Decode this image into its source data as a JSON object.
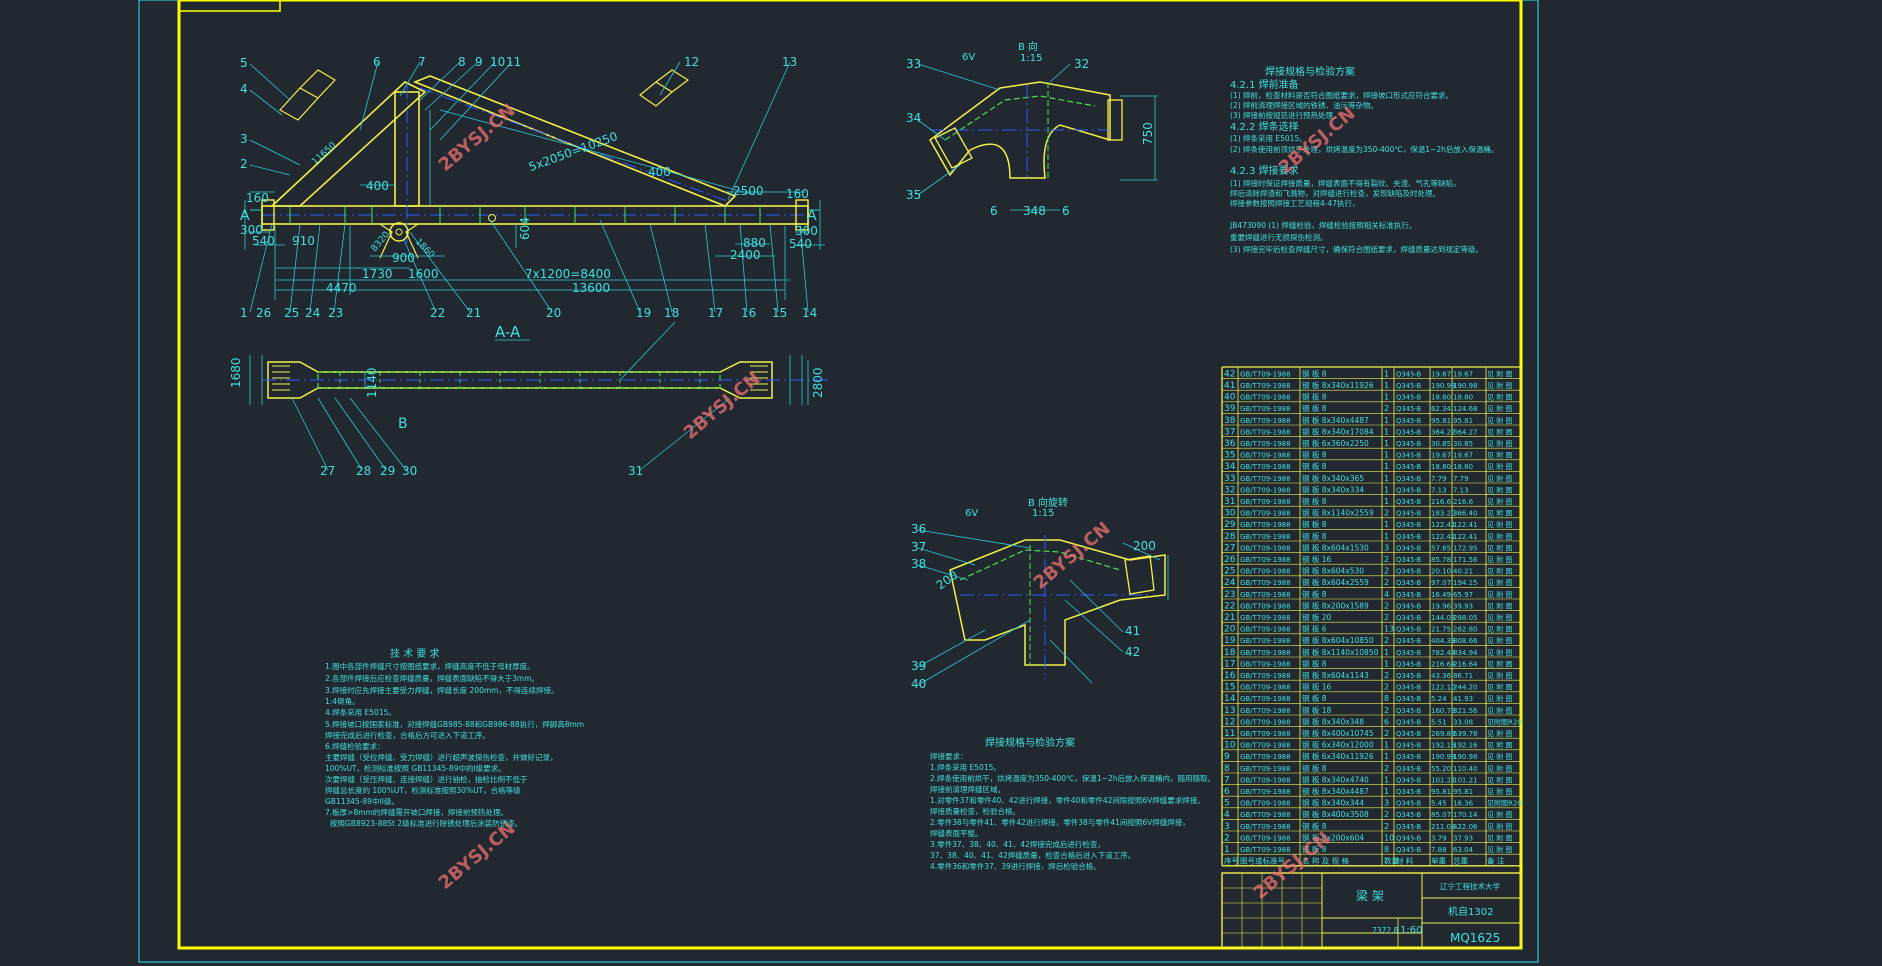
{
  "drawing": {
    "section_label": "A-A",
    "section_mark_a": "A",
    "view_mark_b": "B",
    "part_numbers_top": [
      "5",
      "4",
      "3",
      "2",
      "1",
      "6",
      "7",
      "8",
      "9",
      "10",
      "11",
      "12",
      "13",
      "26",
      "25",
      "24",
      "23",
      "22",
      "21",
      "20",
      "19",
      "18",
      "17",
      "16",
      "15",
      "14"
    ],
    "part_numbers_bottom": [
      "27",
      "28",
      "29",
      "30",
      "31"
    ],
    "part_numbers_b1": [
      "33",
      "32",
      "34",
      "35"
    ],
    "part_numbers_b2": [
      "36",
      "37",
      "38",
      "39",
      "40",
      "41",
      "42"
    ],
    "dimensions": {
      "d5x2050": "5x2050=10250",
      "d7x1200": "7x1200=8400",
      "d13600": "13600",
      "d4470": "4470",
      "d1730": "1730",
      "d1600": "1600",
      "d900": "900",
      "d400a": "400",
      "d400b": "400",
      "d2500": "2500",
      "d2400": "2400",
      "d880": "880",
      "d540a": "540",
      "d540b": "540",
      "d300a": "300",
      "d300b": "300",
      "d910": "910",
      "d160a": "160",
      "d160b": "160",
      "d604": "604",
      "d750": "750",
      "d348": "348",
      "d6a": "6",
      "d6b": "6",
      "d200a": "200",
      "d200b": "200",
      "d1680": "1680",
      "d1140": "1140",
      "d2800": "2800",
      "d8320": "8320",
      "d1860": "1860",
      "d11650": "11650"
    },
    "b_view_1": {
      "label": "B 向",
      "scale": "1:15",
      "weld": "6V"
    },
    "b_view_2": {
      "label": "B 向旋转",
      "scale": "1:15",
      "weld": "6V"
    }
  },
  "notes_top": {
    "title": "焊接规格与检验方案",
    "lines": [
      "4.2.1 焊前准备",
      "(1) 焊前，检查材料是否符合图纸要求，焊接坡口形式应符合要求。",
      "(2) 焊前清理焊接区域的铁锈、油污等杂物。",
      "(3) 焊接前按规范进行预热处理。",
      "4.2.2 焊条选择",
      "(1) 焊条采用 E5015。",
      "(2) 焊条使用前须烘干处理，烘烤温度为350-400℃，保温1~2h后放入保温桶。",
      "4.2.3 焊接要求",
      "(1) 焊接时保证焊接质量，焊缝表面不得有裂纹、夹渣、气孔等缺陷，",
      "焊后清除焊渣和飞溅物，对焊缝进行检查，发现缺陷及时处理。",
      "焊接参数按照焊接工艺规程4-47执行，",
      "JB473090 (1) 焊缝检验，焊缝检验按照相关标准执行。",
      "重要焊缝进行无损探伤检测。",
      "(3) 焊接完毕后检查焊缝尺寸，确保符合图纸要求，焊缝质量达到规定等级。"
    ]
  },
  "notes_left": {
    "title": "技 术 要 求",
    "lines": [
      "1.图中各部件焊缝尺寸按图纸要求，焊缝高度不低于母材厚度。",
      "2.各部件焊接后应检查焊缝质量，焊缝表面缺陷不得大于3mm。",
      "3.焊接时应先焊接主要受力焊缝，焊缝长度 200mm，不得连续焊接。",
      "1:4倒角。",
      "4.焊条采用 E5015。",
      "5.焊接坡口按国家标准，对接焊缝GB985-88和GB986-88执行，焊脚高8mm",
      "焊接完成后进行检查，合格后方可进入下道工序。",
      "6.焊缝检验要求：",
      "主要焊缝（受拉焊缝、受力焊缝）进行超声波探伤检查，并做好记录，",
      "100%UT，检测标准按照 GB11345-89中的I级要求。",
      "次要焊缝（受压焊缝、连接焊缝）进行抽检，抽检比例不低于",
      "焊缝总长度的 100%UT，检测标准按照30%UT，合格等级",
      "GB11345-89中II级。",
      "7.板厚>8mm的焊缝需开坡口焊接，焊接前预热处理。",
      "按照GB8923-88St 2级标准进行除锈处理后涂装防锈漆。"
    ]
  },
  "notes_mid": {
    "title": "焊接规格与检验方案",
    "lines": [
      "焊接要求：",
      "1.焊条采用 E5015。",
      "2.焊条使用前烘干，烘烤温度为350-400℃，保温1~2h后放入保温桶内，随用随取。",
      "焊接前清理焊缝区域。",
      "1.对零件37和零件40、42进行焊接，零件40和零件42间隙按照6V焊缝要求焊接。",
      "焊接质量检查，检验合格。",
      "2.零件38与零件41、零件42进行焊接，零件38与零件41间按照6V焊缝焊接，",
      "焊缝表面平整。",
      "3.零件37、38、40、41、42焊接完成后进行检查，",
      "37、38、40、41、42焊缝质量，检查合格后进入下道工序。",
      "4.零件36和零件37、39进行焊接，焊后检验合格。"
    ]
  },
  "bom": {
    "rows": [
      [
        "42",
        "GB/T709-1988",
        "钢 板 8",
        "1",
        "Q345-B",
        "19.67",
        "19.67",
        "见 附 图"
      ],
      [
        "41",
        "GB/T709-1988",
        "钢 板 8x340x11926",
        "1",
        "Q345-B",
        "190.98",
        "190.98",
        "见 附 图"
      ],
      [
        "40",
        "GB/T709-1988",
        "钢 板 8",
        "1",
        "Q345-B",
        "18.80",
        "18.80",
        "见 附 图"
      ],
      [
        "39",
        "GB/T709-1988",
        "钢 板 8",
        "2",
        "Q345-B",
        "62.34",
        "124.68",
        "见 附 图"
      ],
      [
        "38",
        "GB/T709-1988",
        "钢 板 8x340x4487",
        "1",
        "Q345-B",
        "95.81",
        "95.81",
        "见 附 图"
      ],
      [
        "37",
        "GB/T709-1988",
        "钢 板 8x340x17084",
        "1",
        "Q345-B",
        "364.27",
        "364.27",
        "见 附 图"
      ],
      [
        "36",
        "GB/T709-1988",
        "钢 板 6x360x2250",
        "1",
        "Q345-B",
        "30.85",
        "30.85",
        "见 附 图"
      ],
      [
        "35",
        "GB/T709-1988",
        "钢 板 8",
        "1",
        "Q345-B",
        "19.67",
        "19.67",
        "见 附 图"
      ],
      [
        "34",
        "GB/T709-1988",
        "钢 板 8",
        "1",
        "Q345-B",
        "18.80",
        "18.80",
        "见 附 图"
      ],
      [
        "33",
        "GB/T709-1988",
        "钢 板 8x340x365",
        "1",
        "Q345-B",
        "7.79",
        "7.79",
        "见 附 图"
      ],
      [
        "32",
        "GB/T709-1988",
        "钢 板 8x340x334",
        "1",
        "Q345-B",
        "7.13",
        "7.13",
        "见 附 图"
      ],
      [
        "31",
        "GB/T709-1988",
        "钢 板 8",
        "1",
        "Q345-B",
        "216.6",
        "216.6",
        "见 附 图"
      ],
      [
        "30",
        "GB/T709-1988",
        "钢 板 8x1140x2559",
        "2",
        "Q345-B",
        "183.20",
        "366.40",
        "见 附 图"
      ],
      [
        "29",
        "GB/T709-1988",
        "钢 板 8",
        "1",
        "Q345-B",
        "122.41",
        "122.41",
        "见 附 图"
      ],
      [
        "28",
        "GB/T709-1988",
        "钢 板 8",
        "1",
        "Q345-B",
        "122.41",
        "122.41",
        "见 附 图"
      ],
      [
        "27",
        "GB/T709-1988",
        "钢 板 8x604x1530",
        "3",
        "Q345-B",
        "57.65",
        "172.95",
        "见 附 图"
      ],
      [
        "26",
        "GB/T709-1988",
        "钢 板 16",
        "2",
        "Q345-B",
        "85.78",
        "171.56",
        "见 附 图"
      ],
      [
        "25",
        "GB/T709-1988",
        "钢 板 8x604x530",
        "2",
        "Q345-B",
        "20.10",
        "40.21",
        "见 附 图"
      ],
      [
        "24",
        "GB/T709-1988",
        "钢 板 8x604x2559",
        "2",
        "Q345-B",
        "97.07",
        "194.15",
        "见 附 图"
      ],
      [
        "23",
        "GB/T709-1988",
        "钢 板 8",
        "4",
        "Q345-B",
        "16.49",
        "65.97",
        "见 附 图"
      ],
      [
        "22",
        "GB/T709-1988",
        "钢 板 8x200x1589",
        "2",
        "Q345-B",
        "19.96",
        "39.93",
        "见 附 图"
      ],
      [
        "21",
        "GB/T709-1988",
        "钢 板 20",
        "2",
        "Q345-B",
        "144.03",
        "288.05",
        "见 附 图"
      ],
      [
        "20",
        "GB/T709-1988",
        "钢 板 6",
        "13",
        "Q345-B",
        "21.75",
        "282.80",
        "见 附 图"
      ],
      [
        "19",
        "GB/T709-1988",
        "钢 板 8x604x10850",
        "2",
        "Q345-B",
        "404.33",
        "808.66",
        "见 附 图"
      ],
      [
        "18",
        "GB/T709-1988",
        "钢 板 8x1140x10850",
        "1",
        "Q345-B",
        "782.44",
        "834.94",
        "见 附 图"
      ],
      [
        "17",
        "GB/T709-1988",
        "钢 板 8",
        "1",
        "Q345-B",
        "216.64",
        "216.64",
        "见 附 图"
      ],
      [
        "16",
        "GB/T709-1988",
        "钢 板 8x604x1143",
        "2",
        "Q345-B",
        "43.36",
        "86.71",
        "见 附 图"
      ],
      [
        "15",
        "GB/T709-1988",
        "钢 板 16",
        "2",
        "Q345-B",
        "122.10",
        "244.20",
        "见 附 图"
      ],
      [
        "14",
        "GB/T709-1988",
        "钢 板 8",
        "8",
        "Q345-B",
        "5.24",
        "41.93",
        "见 附 图"
      ],
      [
        "13",
        "GB/T709-1988",
        "钢 板 18",
        "2",
        "Q345-B",
        "160.78",
        "321.56",
        "见 附 图"
      ],
      [
        "12",
        "GB/T709-1988",
        "钢 板 8x340x348",
        "6",
        "Q345-B",
        "5.51",
        "33.08",
        "见附图R20"
      ],
      [
        "11",
        "GB/T709-1988",
        "钢 板 8x400x10745",
        "2",
        "Q345-B",
        "269.89",
        "539.78",
        "见 附 图"
      ],
      [
        "10",
        "GB/T709-1988",
        "钢 板 6x340x12000",
        "1",
        "Q345-B",
        "192.16",
        "192.16",
        "见 附 图"
      ],
      [
        "9",
        "GB/T709-1988",
        "钢 板 6x340x11926",
        "1",
        "Q345-B",
        "190.98",
        "190.98",
        "见 附 图"
      ],
      [
        "8",
        "GB/T709-1988",
        "钢 板 8",
        "2",
        "Q345-B",
        "55.20",
        "110.40",
        "见 附 图"
      ],
      [
        "7",
        "GB/T709-1988",
        "钢 板 8x340x4740",
        "1",
        "Q345-B",
        "101.21",
        "101.21",
        "见 附 图"
      ],
      [
        "6",
        "GB/T709-1988",
        "钢 板 8x340x4487",
        "1",
        "Q345-B",
        "95.81",
        "95.81",
        "见 附 图"
      ],
      [
        "5",
        "GB/T709-1988",
        "钢 板 8x340x344",
        "3",
        "Q345-B",
        "5.45",
        "16.36",
        "见附图R20"
      ],
      [
        "4",
        "GB/T709-1988",
        "钢 板 8x400x3508",
        "2",
        "Q345-B",
        "85.07",
        "170.14",
        "见 附 图"
      ],
      [
        "3",
        "GB/T709-1988",
        "钢 板 8",
        "2",
        "Q345-B",
        "211.03",
        "422.06",
        "见 附 图"
      ],
      [
        "2",
        "GB/T709-1988",
        "钢 板 8x200x604",
        "10",
        "Q345-B",
        "3.79",
        "37.93",
        "见 附 图"
      ],
      [
        "1",
        "GB/T709-1988",
        "钢 板 8",
        "8",
        "Q345-B",
        "7.88",
        "63.04",
        "见 附 图"
      ]
    ],
    "header": [
      "序号",
      "图号或标准号",
      "名 称 及 规 格",
      "数量",
      "材 料",
      "单重",
      "总重",
      "备 注"
    ]
  },
  "title_block": {
    "drawing_name": "梁 架",
    "school": "辽宁工程技术大学",
    "class": "机自1302",
    "drawing_code": "MQ1625",
    "weight": "7372.8",
    "scale": "1:60"
  },
  "watermark": "2BYSJ.CN"
}
